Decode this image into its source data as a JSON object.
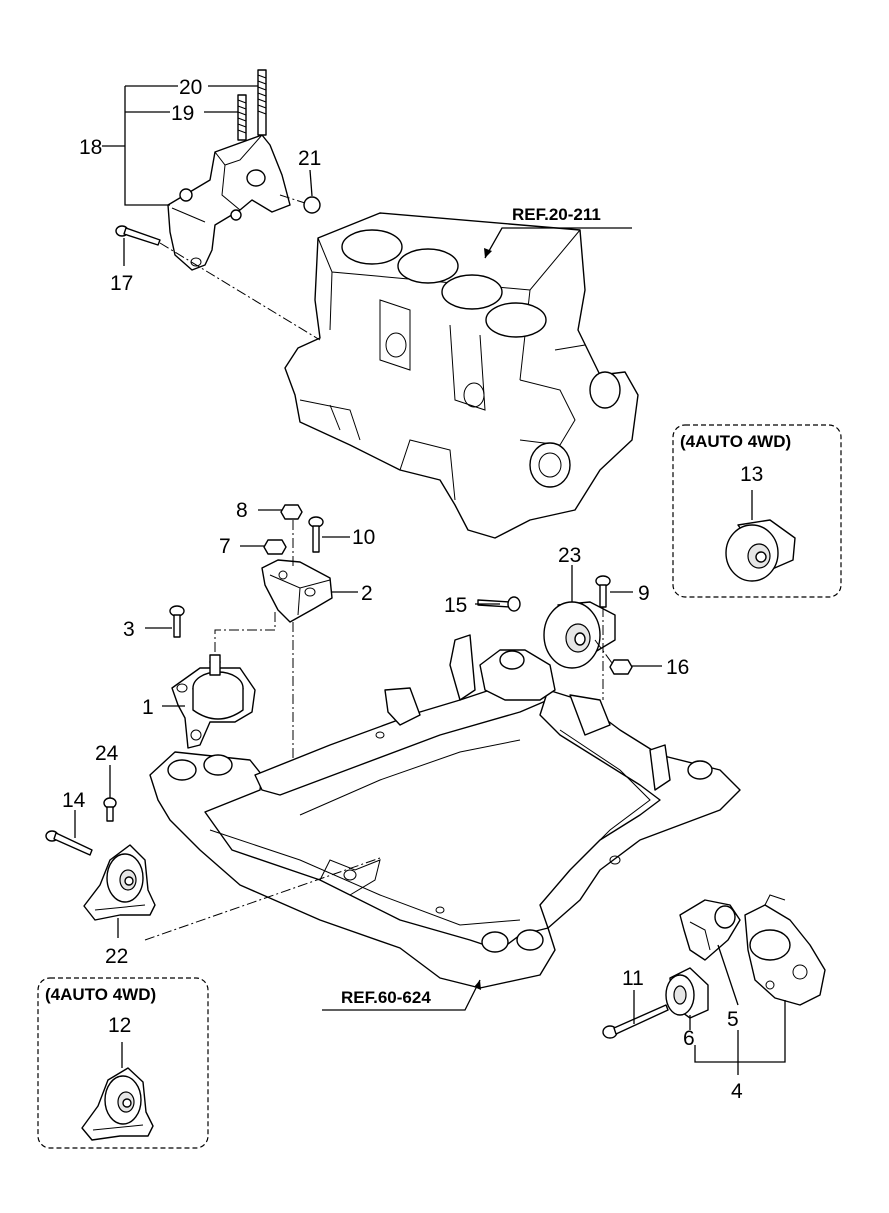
{
  "diagram": {
    "references": [
      {
        "id": "ref-engine",
        "text": "REF.20-211"
      },
      {
        "id": "ref-subframe",
        "text": "REF.60-624"
      }
    ],
    "boxes": [
      {
        "id": "box-13",
        "title": "(4AUTO 4WD)",
        "part": "13"
      },
      {
        "id": "box-12",
        "title": "(4AUTO 4WD)",
        "part": "12"
      }
    ],
    "callouts": [
      "1",
      "2",
      "3",
      "4",
      "5",
      "6",
      "7",
      "8",
      "9",
      "10",
      "11",
      "14",
      "15",
      "16",
      "17",
      "18",
      "19",
      "20",
      "21",
      "22",
      "23",
      "24"
    ]
  }
}
